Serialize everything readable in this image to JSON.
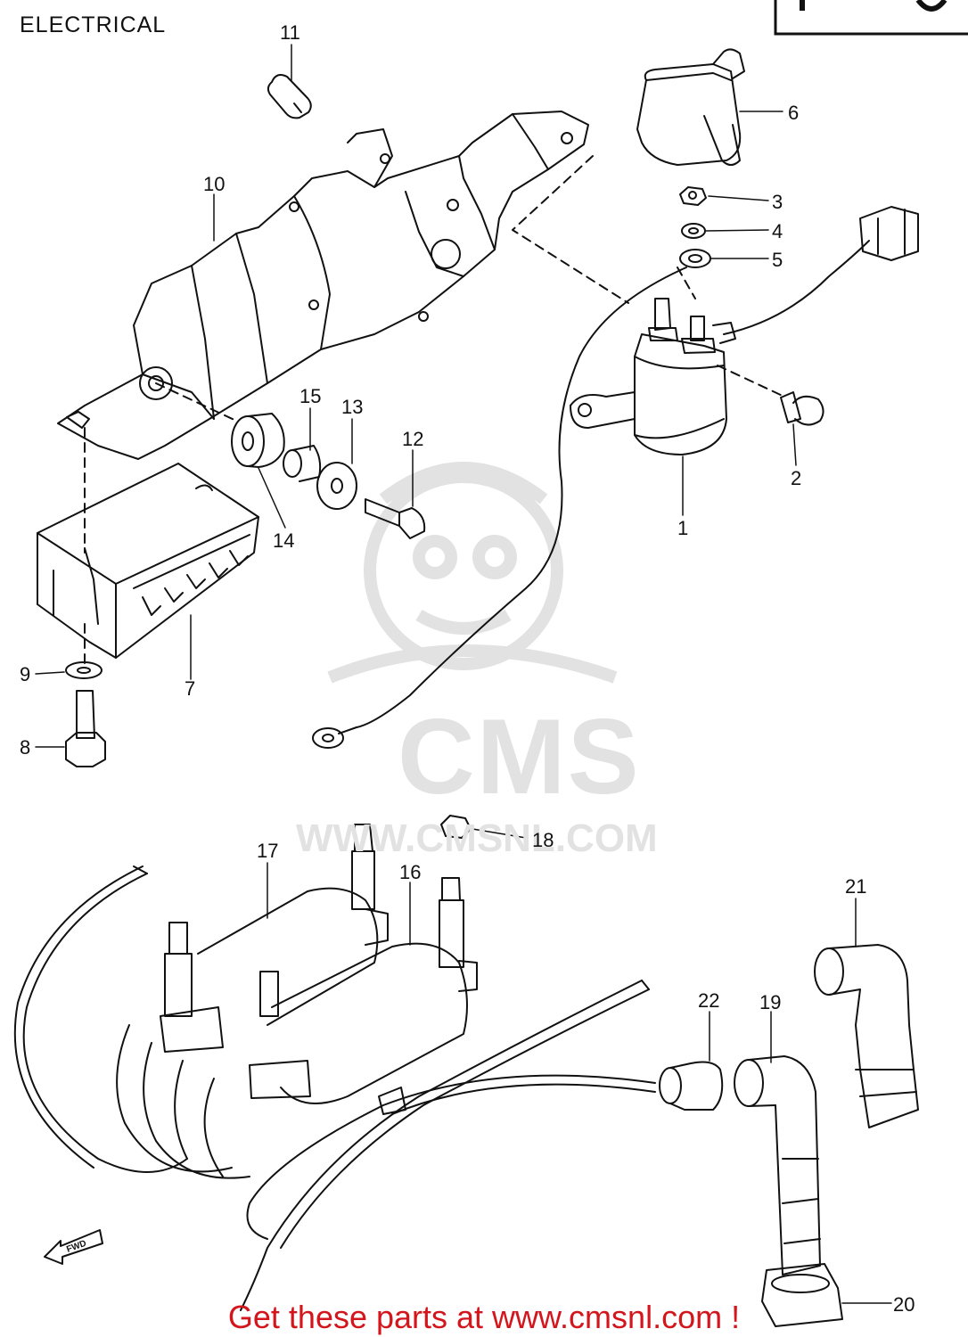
{
  "header": {
    "title": "ELECTRICAL"
  },
  "watermark": {
    "logo_text": "CMS",
    "url_text": "WWW.CMSNL.COM"
  },
  "fwd_label": "FWD",
  "footer": {
    "cta": "Get these parts at www.cmsnl.com !"
  },
  "callouts": {
    "p1": "1",
    "p2": "2",
    "p3": "3",
    "p4": "4",
    "p5": "5",
    "p6": "6",
    "p7": "7",
    "p8": "8",
    "p9": "9",
    "p10": "10",
    "p11": "11",
    "p12": "12",
    "p13": "13",
    "p14": "14",
    "p15": "15",
    "p16": "16",
    "p17": "17",
    "p18": "18",
    "p19": "19",
    "p20": "20",
    "p21": "21",
    "p22": "22"
  },
  "colors": {
    "line": "#111111",
    "watermark": "#e2e2e2",
    "footer": "#d3151c"
  }
}
